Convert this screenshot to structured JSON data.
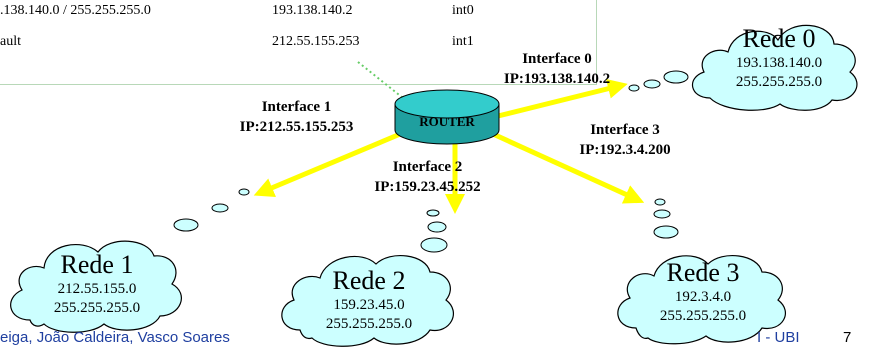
{
  "routing_table": {
    "rows": [
      {
        "destination": ".138.140.0 / 255.255.255.0",
        "gateway": "193.138.140.2",
        "interface": "int0"
      },
      {
        "destination": "ault",
        "gateway": "212.55.155.253",
        "interface": "int1"
      }
    ]
  },
  "router": {
    "label": "ROUTER"
  },
  "interfaces": [
    {
      "name": "Interface 0",
      "ip": "IP:193.138.140.2"
    },
    {
      "name": "Interface 1",
      "ip": "IP:212.55.155.253"
    },
    {
      "name": "Interface 2",
      "ip": "IP:159.23.45.252"
    },
    {
      "name": "Interface 3",
      "ip": "IP:192.3.4.200"
    }
  ],
  "networks": [
    {
      "name": "Rede 0",
      "address": "193.138.140.0",
      "mask": "255.255.255.0"
    },
    {
      "name": "Rede 1",
      "address": "212.55.155.0",
      "mask": "255.255.255.0"
    },
    {
      "name": "Rede 2",
      "address": "159.23.45.0",
      "mask": "255.255.255.0"
    },
    {
      "name": "Rede 3",
      "address": "192.3.4.0",
      "mask": "255.255.255.0"
    }
  ],
  "footer": {
    "authors": "eiga, João Caldeira, Vasco Soares",
    "right_text": "I - UBI",
    "page_number": "7"
  },
  "colors": {
    "arrow": "#ffff00",
    "cloud_fill": "#ccffff",
    "router_fill": "#33cccc",
    "connector": "#66cc66",
    "footer_text": "#1f3fa0"
  }
}
